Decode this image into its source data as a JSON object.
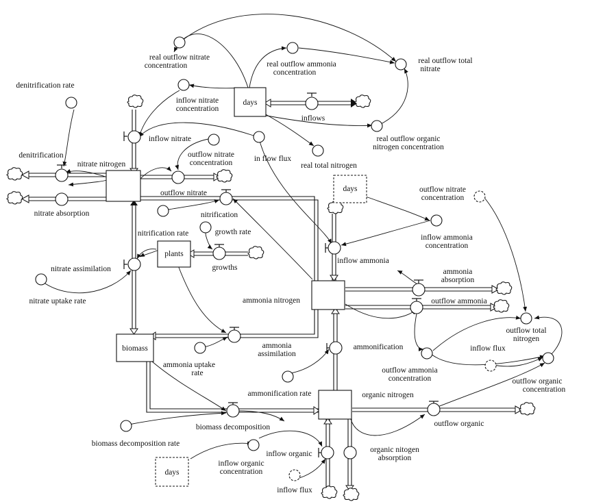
{
  "stocks": {
    "days_stock": "days",
    "nitrate_nitrogen": "",
    "plants": "plants",
    "biomass": "biomass",
    "ammonia_nitrogen": "",
    "organic_nitrogen": ""
  },
  "shadows": {
    "days_2": "days",
    "days_3": "days"
  },
  "labels": {
    "real_outflow_nitrate_concentration": [
      "real outflow nitrate",
      "concentration"
    ],
    "real_outflow_ammonia_concentration": [
      "real outflow ammonia",
      "concentration"
    ],
    "real_outflow_total_nitrate": [
      "real outflow total",
      "nitrate"
    ],
    "denitrification_rate": [
      "denitrification rate"
    ],
    "inflow_nitrate_concentration": [
      "inflow nitrate",
      "concentration"
    ],
    "inflows": [
      "inflows"
    ],
    "real_outflow_organic_nitrogen_concentration": [
      "real outflow organic",
      "nitrogen concentration"
    ],
    "inflow_nitrate": [
      "inflow nitrate"
    ],
    "outflow_nitrate_concentration": [
      "outflow nitrate",
      "concentration"
    ],
    "in_flow_flux": [
      "in flow flux"
    ],
    "real_total_nitrogen": [
      "real total nitrogen"
    ],
    "denitrification": [
      "denitrification"
    ],
    "nitrate_nitrogen": [
      "nitrate nitrogen"
    ],
    "outflow_nitrate": [
      "outflow nitrate"
    ],
    "nitrate_absorption": [
      "nitrate absorption"
    ],
    "outflow_nitrate_concentration_2": [
      "outflow nitrate",
      "concentration"
    ],
    "nitrification": [
      "nitrification"
    ],
    "inflow_ammonia_concentration": [
      "inflow ammonia",
      "concentration"
    ],
    "nitrification_rate": [
      "nitrification rate"
    ],
    "growth_rate": [
      "growth rate"
    ],
    "inflow_ammonia": [
      "inflow ammonia"
    ],
    "growths": [
      "growths"
    ],
    "nitrate_assimilation": [
      "nitrate assimilation"
    ],
    "ammonia_absorption": [
      "ammonia",
      "absorption"
    ],
    "outflow_ammonia": [
      "outflow ammonia"
    ],
    "nitrate_uptake_rate": [
      "nitrate uptake rate"
    ],
    "ammonia_nitrogen": [
      "ammonia nitrogen"
    ],
    "outflow_total_nitrogen": [
      "outflow total",
      "nitrogen"
    ],
    "ammonia_assimilation": [
      "ammonia",
      "assimilation"
    ],
    "ammonification": [
      "ammonification"
    ],
    "inflow_flux": [
      "inflow flux"
    ],
    "ammonia_uptake_rate": [
      "ammonia uptake",
      "rate"
    ],
    "outflow_ammonia_concentration": [
      "outflow ammonia",
      "concentration"
    ],
    "outflow_organic_concentration": [
      "outflow organic",
      "concentration"
    ],
    "ammonification_rate": [
      "ammonification rate"
    ],
    "organic_nitrogen": [
      "organic nitrogen"
    ],
    "biomass_decomposition": [
      "biomass decomposition"
    ],
    "outflow_organic": [
      "outflow organic"
    ],
    "biomass_decomposition_rate": [
      "biomass decomposition rate"
    ],
    "inflow_organic": [
      "inflow organic"
    ],
    "organic_nitogen_absorption": [
      "organic nitogen",
      "absorption"
    ],
    "inflow_organic_concentration": [
      "inflow organic",
      "concentration"
    ],
    "inflow_flux_2": [
      "inflow flux"
    ]
  }
}
